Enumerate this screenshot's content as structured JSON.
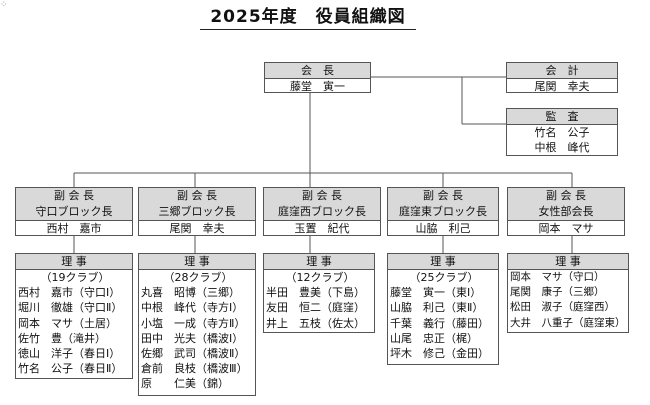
{
  "title": "2025年度　役員組織図",
  "president": {
    "role": "会　長",
    "name": "藤堂　寅一"
  },
  "accountant": {
    "role": "会　計",
    "name": "尾関　幸夫"
  },
  "auditor": {
    "role": "監　査",
    "names": [
      "竹名　公子",
      "中根　峰代"
    ]
  },
  "vice_presidents": [
    {
      "role": "副 会 長",
      "title": "守口ブロック長",
      "name": "西村　嘉市"
    },
    {
      "role": "副 会 長",
      "title": "三郷ブロック長",
      "name": "尾関　幸夫"
    },
    {
      "role": "副 会 長",
      "title": "庭窪西ブロック長",
      "name": "玉置　紀代"
    },
    {
      "role": "副 会 長",
      "title": "庭窪東ブロック長",
      "name": "山脇　利己"
    },
    {
      "role": "副 会 長",
      "title": "女性部会長",
      "name": "岡本　マサ"
    }
  ],
  "directors": [
    {
      "role": "理 事",
      "clubs": "（19クラブ）",
      "members": [
        "西村　嘉市（守口Ⅰ）",
        "堀川　徹雄（守口Ⅱ）",
        "岡本　マサ（土居）",
        "佐竹　豊（滝井）",
        "徳山　洋子（春日Ⅰ）",
        "竹名　公子（春日Ⅱ）"
      ]
    },
    {
      "role": "理 事",
      "clubs": "（28クラブ）",
      "members": [
        "丸喜　昭博（三郷）",
        "中根　峰代（寺方Ⅰ）",
        "小塩　一成（寺方Ⅱ）",
        "田中　光夫（橋波Ⅰ）",
        "佐郷　武司（橋波Ⅱ）",
        "倉前　良枝（橋波Ⅲ）",
        "原　　仁美（錦）"
      ]
    },
    {
      "role": "理 事",
      "clubs": "（12クラブ）",
      "members": [
        "半田　豊美（下島）",
        "友田　恒二（庭窪）",
        "井上　五枝（佐太）"
      ]
    },
    {
      "role": "理 事",
      "clubs": "（25クラブ）",
      "members": [
        "藤堂　寅一（東Ⅰ）",
        "山脇　利己（東Ⅱ）",
        "千葉　義行（藤田）",
        "山尾　忠正（梶）",
        "坪木　修己（金田）"
      ]
    },
    {
      "role": "理 事",
      "clubs": "",
      "members": [
        "岡本　マサ（守口）",
        "尾関　康子（三郷）",
        "松田　淑子（庭窪西）",
        "大井　八重子（庭窪東）"
      ]
    }
  ]
}
